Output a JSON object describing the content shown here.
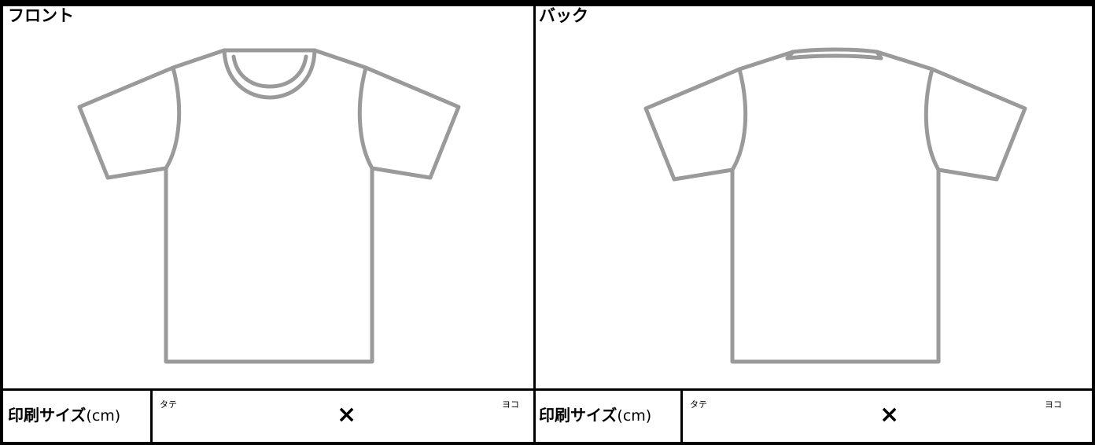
{
  "front": {
    "title": "フロント",
    "print_size_label": "印刷サイズ",
    "unit_label": "(cm)",
    "height_label": "タテ",
    "times_sign": "×",
    "width_label": "ヨコ",
    "shirt_icon": "tshirt-front-icon"
  },
  "back": {
    "title": "バック",
    "print_size_label": "印刷サイズ",
    "unit_label": "(cm)",
    "height_label": "タテ",
    "times_sign": "×",
    "width_label": "ヨコ",
    "shirt_icon": "tshirt-back-icon"
  },
  "colors": {
    "outline": "#9a9a9a",
    "border": "#000000"
  }
}
